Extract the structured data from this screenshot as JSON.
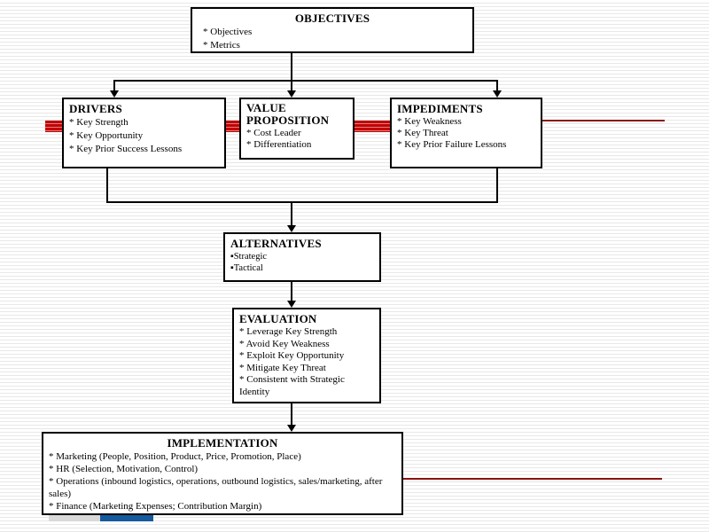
{
  "slide": {
    "colors": {
      "background_stripe": "#E8E8E8",
      "accent_band_red": "#C00000",
      "accent_line_dark_red": "#8B1212",
      "footer_gray": "#D9D9D9",
      "footer_blue": "#155A9E",
      "box_border": "#000000",
      "text": "#000000"
    }
  },
  "boxes": {
    "objectives": {
      "title": "OBJECTIVES",
      "items": [
        "* Objectives",
        "* Metrics"
      ]
    },
    "drivers": {
      "title": "DRIVERS",
      "items": [
        "* Key Strength",
        "* Key Opportunity",
        "* Key Prior Success Lessons"
      ]
    },
    "value_proposition": {
      "title": "VALUE PROPOSITION",
      "items": [
        "* Cost Leader",
        "* Differentiation"
      ]
    },
    "impediments": {
      "title": "IMPEDIMENTS",
      "items": [
        "* Key Weakness",
        "* Key Threat",
        "* Key Prior Failure Lessons"
      ]
    },
    "alternatives": {
      "title": "ALTERNATIVES",
      "items": [
        "▪Strategic",
        "▪Tactical"
      ]
    },
    "evaluation": {
      "title": "EVALUATION",
      "items": [
        "* Leverage Key Strength",
        "* Avoid Key Weakness",
        "* Exploit Key Opportunity",
        "* Mitigate Key Threat",
        "* Consistent with Strategic Identity"
      ]
    },
    "implementation": {
      "title": "IMPLEMENTATION",
      "items": [
        "* Marketing (People, Position, Product, Price, Promotion, Place)",
        "* HR  (Selection, Motivation, Control)",
        "* Operations (inbound logistics, operations, outbound logistics, sales/marketing, after sales)",
        "* Finance (Marketing Expenses; Contribution Margin)"
      ]
    }
  }
}
